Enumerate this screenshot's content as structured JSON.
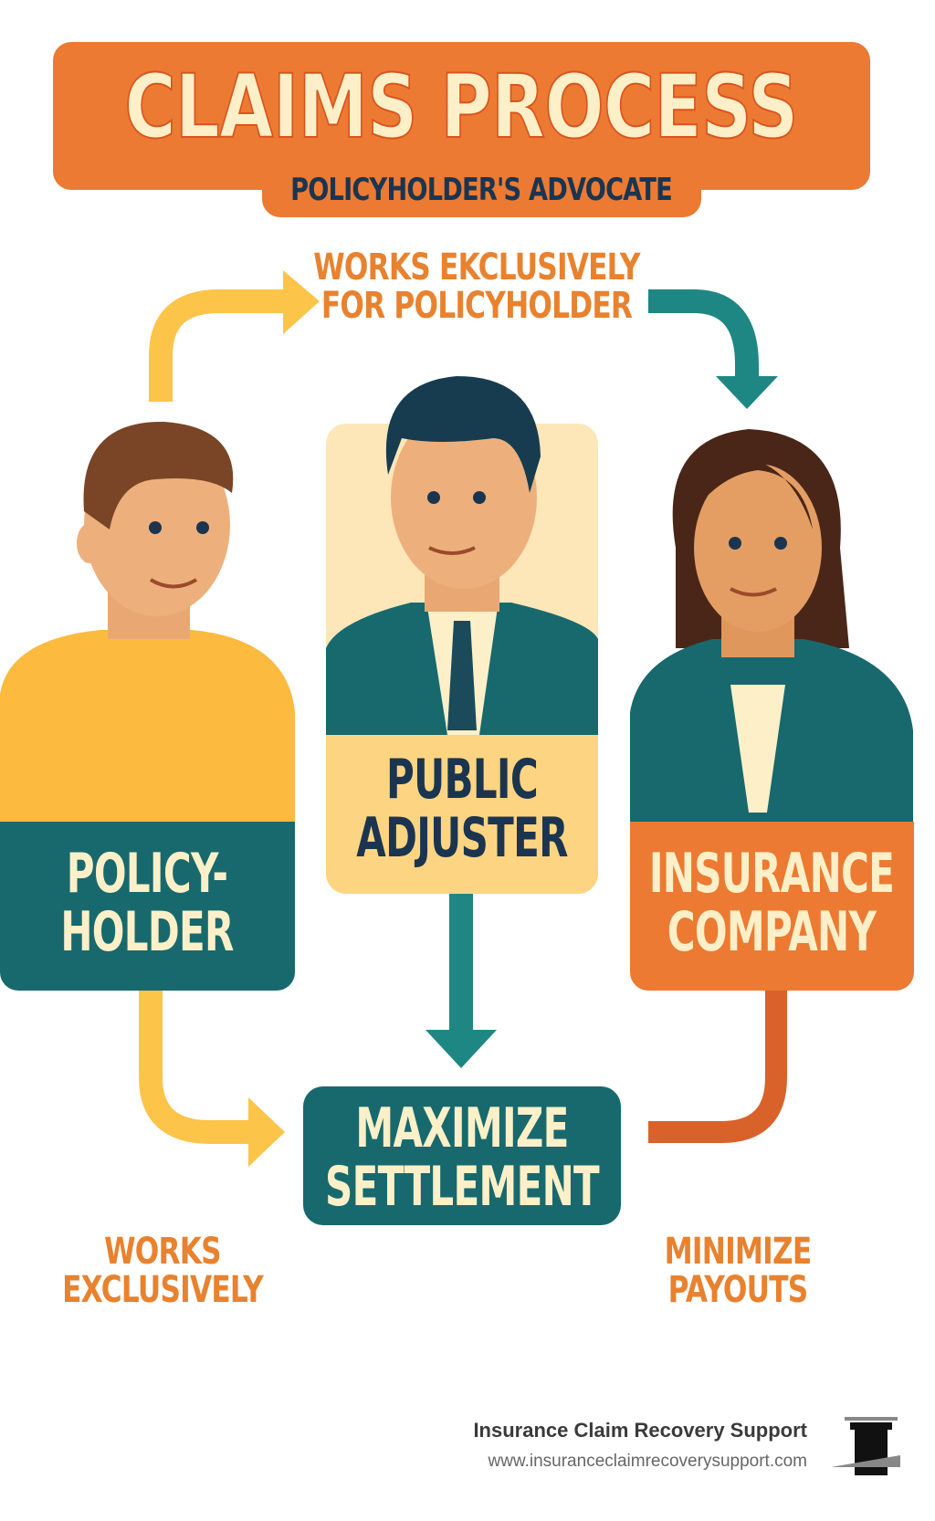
{
  "header": {
    "title": "CLAIMS PROCESS",
    "subtitle": "POLICYHOLDER'S ADVOCATE"
  },
  "notes": {
    "top": [
      "WORKS EKCLUSIVELY",
      "FOR POLICYHOLDER"
    ],
    "bottom_left": [
      "WORKS",
      "EXCLUSIVELY"
    ],
    "bottom_right": [
      "MINIMIZE",
      "PAYOUTS"
    ]
  },
  "roles": {
    "policyholder": [
      "POLICY-",
      "HOLDER"
    ],
    "public_adjuster": [
      "PUBLIC",
      "ADJUSTER"
    ],
    "insurance_company": [
      "INSURANCE",
      "COMPANY"
    ],
    "outcome": [
      "MAXIMIZE",
      "SETTLEMENT"
    ]
  },
  "footer": {
    "brand": "Insurance Claim Recovery Support",
    "url": "www.insuranceclaimrecoverysupport.com",
    "logo_icon": "column-pillar-icon"
  },
  "colors": {
    "orange": "#EC7A33",
    "cream": "#FDF0C8",
    "navy": "#1B3550",
    "teal": "#17696E",
    "arrow_teal": "#1F8783",
    "yellow": "#FDC44A",
    "dark_orange": "#D9622B"
  }
}
